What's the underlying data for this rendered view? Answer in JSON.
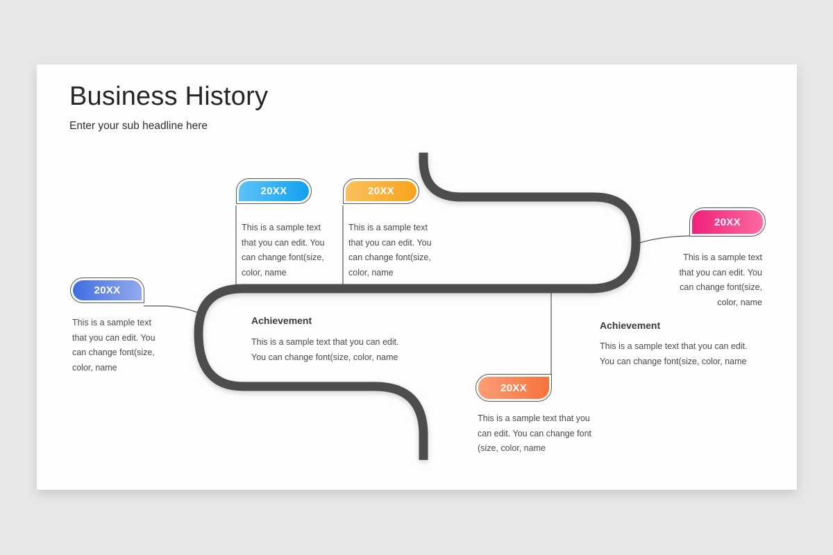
{
  "slide": {
    "title": "Business History",
    "subtitle": "Enter your sub headline here"
  },
  "milestones": [
    {
      "year": "20XX",
      "color_from": "#3f6ee0",
      "color_to": "#93a9ee",
      "text": [
        "This is a sample text",
        "that you can edit. You",
        "can change font(size,",
        "color, name"
      ]
    },
    {
      "year": "20XX",
      "color_from": "#5cc3f7",
      "color_to": "#12a0f0",
      "text": [
        "This is a sample text",
        "that you can edit. You",
        "can change font(size,",
        "color, name"
      ]
    },
    {
      "year": "20XX",
      "color_from": "#fbc15c",
      "color_to": "#f7a21c",
      "text": [
        "This is a sample text",
        "that you can edit. You",
        "can change font(size,",
        "color, name"
      ]
    },
    {
      "year": "20XX",
      "color_from": "#fb9d76",
      "color_to": "#f5733d",
      "text": [
        "This is a sample text that you",
        "can edit.  You can change font",
        "(size, color, name"
      ]
    },
    {
      "year": "20XX",
      "color_from": "#f0207a",
      "color_to": "#fb6aa2",
      "text": [
        "This is a sample text",
        "that you can edit.  You",
        "can change font(size,",
        "color, name"
      ]
    }
  ],
  "achievements": [
    {
      "title": "Achievement",
      "text": [
        "This is a sample text  that you can edit.",
        "You can change font(size,  color, name"
      ]
    },
    {
      "title": "Achievement",
      "text": [
        "This is a sample text  that you can edit.",
        "You can change font(size, color, name"
      ]
    }
  ],
  "colors": {
    "road": "#4d4d4d",
    "background": "#e8e6e7",
    "slide": "#fdfdfd"
  }
}
